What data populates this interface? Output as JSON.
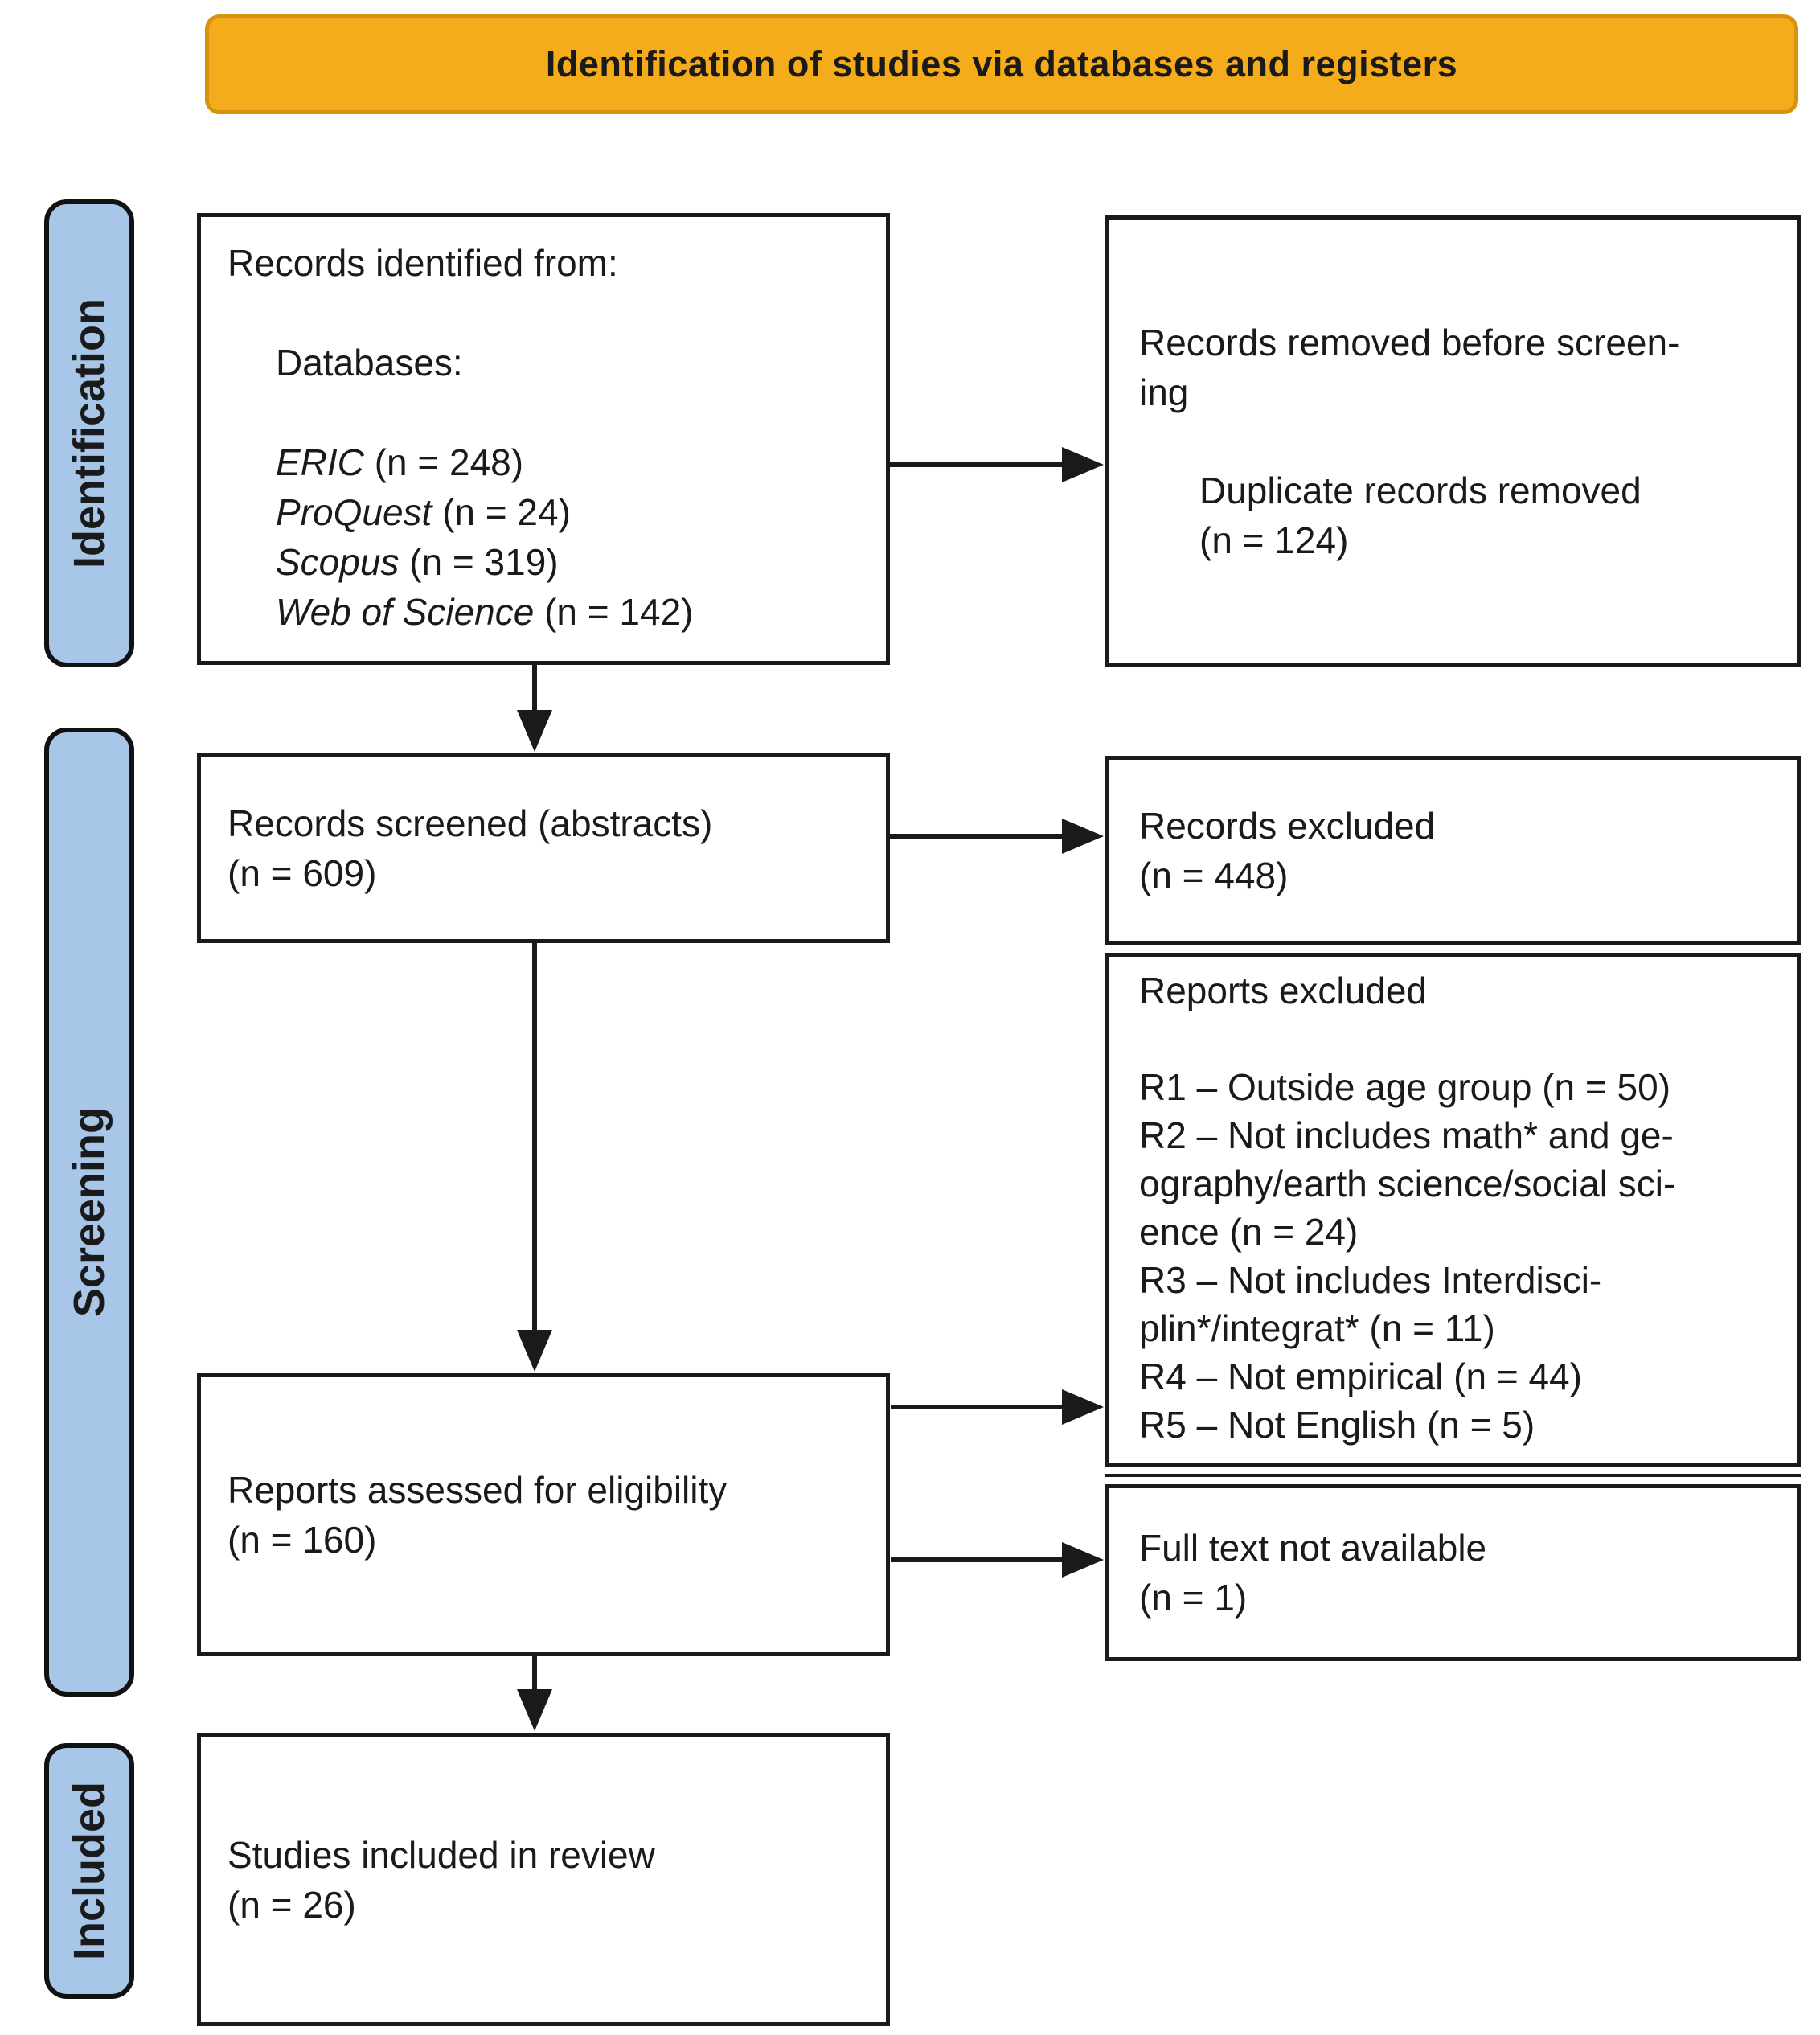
{
  "header": {
    "title": "Identification of studies via databases and registers"
  },
  "sidebar": {
    "identification": "Identification",
    "screening": "Screening",
    "included": "Included"
  },
  "boxes": {
    "records_identified": {
      "intro": "Records identified from:",
      "databases_label": "Databases:",
      "databases": [
        {
          "name": "ERIC",
          "count": "(n = 248)"
        },
        {
          "name": "ProQuest",
          "count": "(n = 24)"
        },
        {
          "name": "Scopus",
          "count": "(n = 319)"
        },
        {
          "name": "Web of Science",
          "count": "(n = 142)"
        }
      ]
    },
    "records_removed": {
      "title": "Records removed before screen-\ning",
      "detail": "Duplicate records removed\n(n = 124)"
    },
    "records_screened": {
      "text": "Records screened (abstracts)\n(n = 609)"
    },
    "records_excluded": {
      "text": "Records excluded\n(n = 448)"
    },
    "reports_excluded": {
      "title": "Reports excluded",
      "reasons": "R1 – Outside age group (n = 50)\nR2 – Not includes math* and ge-\nography/earth science/social sci-\nence (n = 24)\nR3 – Not includes Interdisci-\nplin*/integrat* (n = 11)\nR4 – Not empirical (n = 44)\nR5 – Not English (n = 5)"
    },
    "reports_assessed": {
      "text": "Reports assessed for eligibility\n(n = 160)"
    },
    "full_text": {
      "text": "Full text not available\n(n = 1)"
    },
    "studies_included": {
      "text": "Studies included in review\n(n = 26)"
    }
  },
  "colors": {
    "header_bg": "#F5AC1B",
    "header_border": "#D6930F",
    "sidebar_bg": "#A7C6E8",
    "ink": "#1a1a1a"
  }
}
